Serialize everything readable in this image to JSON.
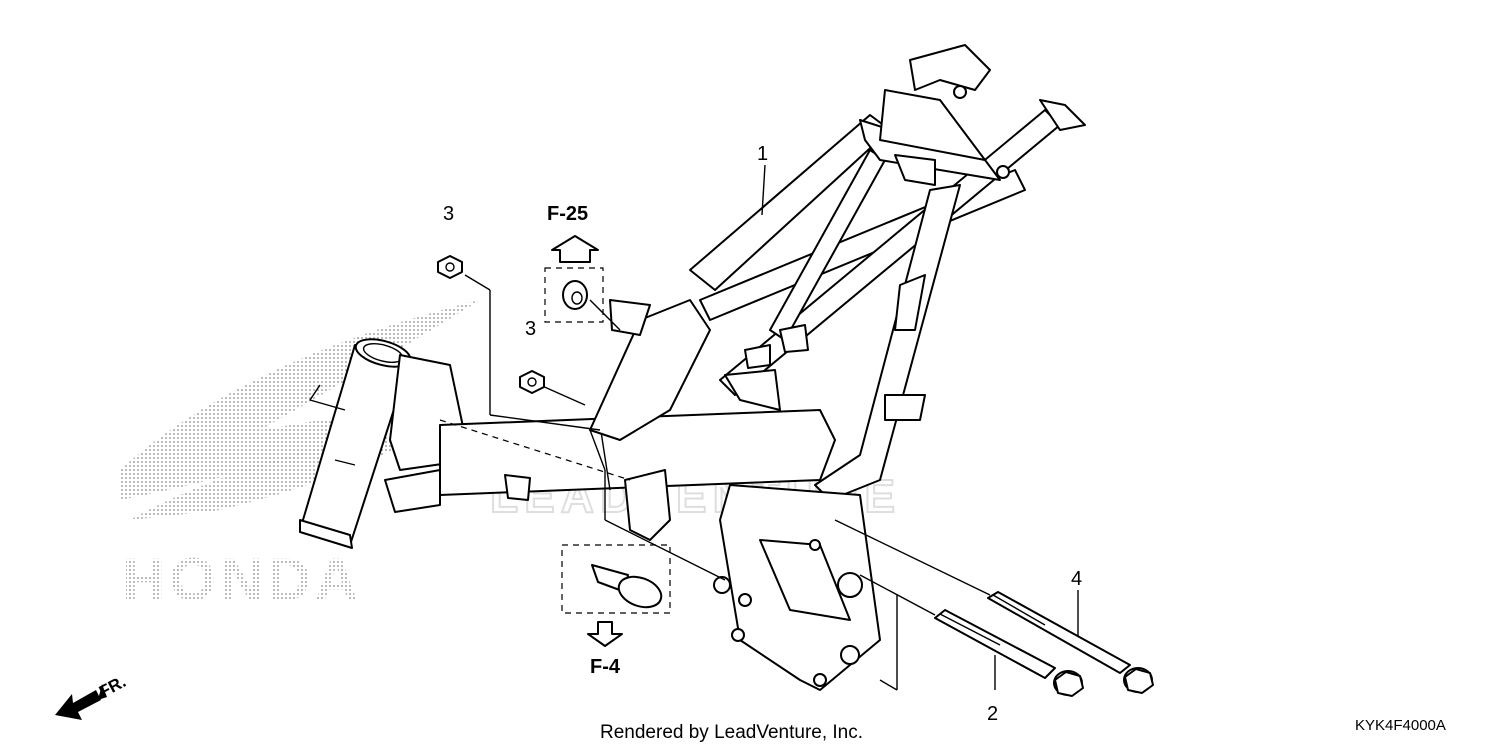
{
  "callouts": {
    "frame": "1",
    "bolt_short": "2",
    "nut_upper": "3",
    "nut_lower": "3",
    "bolt_long": "4"
  },
  "references": {
    "upper": "F-25",
    "lower": "F-4"
  },
  "direction_label": "FR.",
  "footer": "Rendered by LeadVenture, Inc.",
  "diagram_code": "KYK4F4000A",
  "watermark": "LEADVENTURE",
  "brand_watermark": "HONDA"
}
